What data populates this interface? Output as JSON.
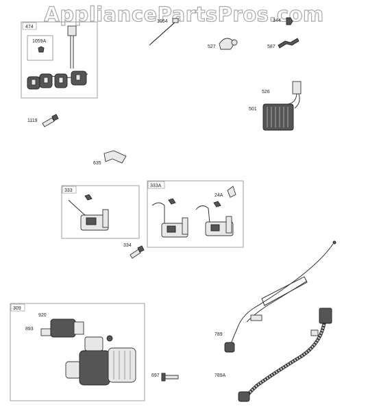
{
  "watermark": "AppliancePartsPros.com",
  "groups": [
    {
      "id": "474",
      "label": "474"
    },
    {
      "id": "333",
      "label": "333"
    },
    {
      "id": "333A",
      "label": "333A"
    },
    {
      "id": "309",
      "label": "309"
    }
  ],
  "callouts": [
    {
      "key": "1059A",
      "label": "1059A"
    },
    {
      "key": "1054",
      "label": "1054"
    },
    {
      "key": "344",
      "label": "344"
    },
    {
      "key": "527",
      "label": "527"
    },
    {
      "key": "587",
      "label": "587"
    },
    {
      "key": "526",
      "label": "526"
    },
    {
      "key": "501",
      "label": "501"
    },
    {
      "key": "1119",
      "label": "1119"
    },
    {
      "key": "635",
      "label": "635"
    },
    {
      "key": "24A",
      "label": "24A"
    },
    {
      "key": "334",
      "label": "334"
    },
    {
      "key": "920",
      "label": "920"
    },
    {
      "key": "893",
      "label": "893"
    },
    {
      "key": "697",
      "label": "697"
    },
    {
      "key": "789",
      "label": "789"
    },
    {
      "key": "789A",
      "label": "789A"
    }
  ]
}
